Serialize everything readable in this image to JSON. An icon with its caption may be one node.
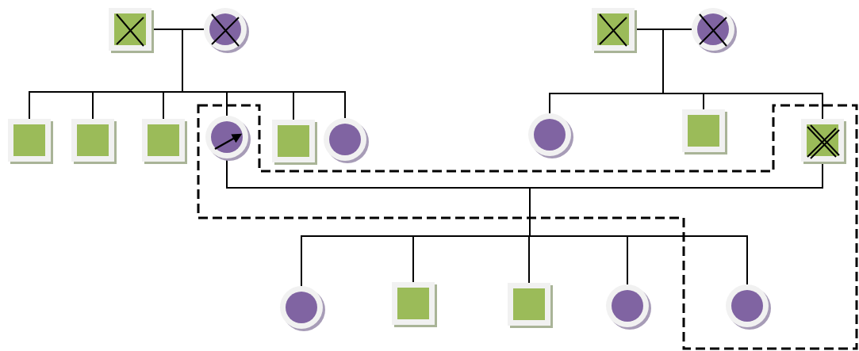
{
  "diagram": {
    "nodes": [
      {
        "text": [],
        "shape": "box"
      },
      {
        "text": [],
        "shape": "circle"
      },
      {
        "text": [],
        "shape": "box"
      },
      {
        "text": [],
        "shape": "circle"
      },
      {
        "text": [],
        "shape": "box"
      },
      {
        "text": [],
        "shape": "box"
      },
      {
        "text": [],
        "shape": "box"
      },
      {
        "text": [],
        "shape": "circle"
      },
      {
        "text": [],
        "shape": "box"
      },
      {
        "text": [],
        "shape": "circle"
      },
      {
        "text": [],
        "shape": "circle"
      },
      {
        "text": [],
        "shape": "box"
      },
      {
        "text": [],
        "shape": "box"
      },
      {
        "text": [],
        "shape": "circle"
      },
      {
        "text": [],
        "shape": "box"
      },
      {
        "text": [],
        "shape": "box"
      },
      {
        "text": [],
        "shape": "circle"
      },
      {
        "text": [],
        "shape": "circle"
      }
    ],
    "edges": [
      {
        "from": 0,
        "to": 1,
        "arrow": "none"
      },
      {
        "from": 0,
        "to": 4,
        "arrow": "none"
      },
      {
        "from": 1,
        "to": 4,
        "arrow": "none"
      },
      {
        "from": 0,
        "to": 5,
        "arrow": "none"
      },
      {
        "from": 1,
        "to": 5,
        "arrow": "none"
      },
      {
        "from": 0,
        "to": 6,
        "arrow": "none"
      },
      {
        "from": 1,
        "to": 6,
        "arrow": "none"
      },
      {
        "from": 0,
        "to": 7,
        "arrow": "none"
      },
      {
        "from": 1,
        "to": 7,
        "arrow": "none"
      },
      {
        "from": 0,
        "to": 8,
        "arrow": "none"
      },
      {
        "from": 1,
        "to": 8,
        "arrow": "none"
      },
      {
        "from": 0,
        "to": 9,
        "arrow": "none"
      },
      {
        "from": 1,
        "to": 9,
        "arrow": "none"
      },
      {
        "from": 2,
        "to": 3,
        "arrow": "none"
      },
      {
        "from": 2,
        "to": 10,
        "arrow": "none"
      },
      {
        "from": 3,
        "to": 10,
        "arrow": "none"
      },
      {
        "from": 2,
        "to": 11,
        "arrow": "none"
      },
      {
        "from": 3,
        "to": 11,
        "arrow": "none"
      },
      {
        "from": 2,
        "to": 12,
        "arrow": "none"
      },
      {
        "from": 3,
        "to": 12,
        "arrow": "none"
      },
      {
        "from": 7,
        "to": 12,
        "arrow": "none"
      },
      {
        "from": 7,
        "to": 13,
        "arrow": "none"
      },
      {
        "from": 12,
        "to": 13,
        "arrow": "none"
      },
      {
        "from": 7,
        "to": 14,
        "arrow": "none"
      },
      {
        "from": 12,
        "to": 14,
        "arrow": "none"
      },
      {
        "from": 7,
        "to": 15,
        "arrow": "none"
      },
      {
        "from": 12,
        "to": 15,
        "arrow": "none"
      },
      {
        "from": 7,
        "to": 16,
        "arrow": "none"
      },
      {
        "from": 12,
        "to": 16,
        "arrow": "none"
      },
      {
        "from": 7,
        "to": 17,
        "arrow": "none"
      },
      {
        "from": 12,
        "to": 17,
        "arrow": "none"
      }
    ]
  }
}
